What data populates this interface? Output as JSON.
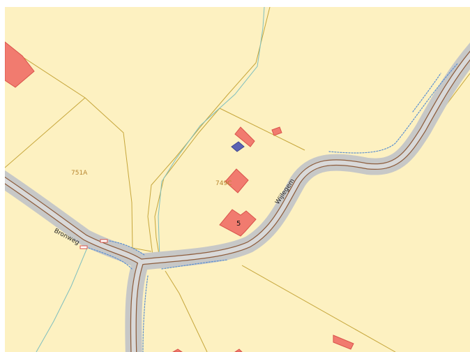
{
  "map": {
    "colors": {
      "land": "#fdf1c1",
      "parcel_border": "#c6a63b",
      "road_casing": "#c7c8c7",
      "road_outline": "#8d5d3d",
      "road_fill": "#d9d9d9",
      "dotted_line": "#5b8fd0",
      "watercourse": "#7fbfbf",
      "building_fill": "#f17b6f",
      "building_stroke": "#d9534b",
      "shed_fill": "#5b63b3"
    },
    "parcel_labels": [
      "751A",
      "749C"
    ],
    "street_labels": [
      "Bronweg",
      "Wijlegem"
    ],
    "house_numbers": [
      "5"
    ]
  }
}
